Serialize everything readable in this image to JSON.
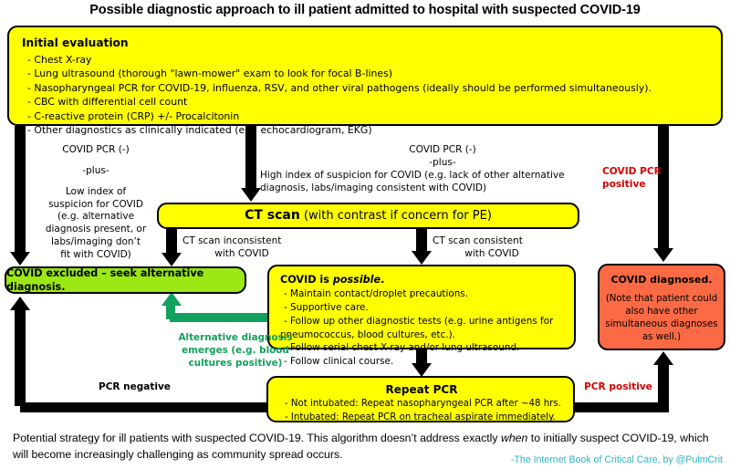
{
  "title": "Possible diagnostic approach to ill patient admitted to hospital with suspected COVID-19",
  "colors": {
    "yellow_box": "#ffff00",
    "green_box": "#9be814",
    "orange_box": "#fb6a45",
    "red_label": "#d40000",
    "green_arrow": "#11a05e",
    "attribution": "#29b6c8",
    "arrow_black": "#000000"
  },
  "boxes": {
    "initial": {
      "heading": "Initial evaluation",
      "items": [
        "- Chest X-ray",
        "- Lung ultrasound (thorough \"lawn-mower\" exam to look for focal B-lines)",
        "- Nasopharyngeal PCR for COVID-19, influenza, RSV, and other viral pathogens (ideally should be performed simultaneously).",
        "- CBC with differential cell count",
        "- C-reactive protein (CRP) +/- Procalcitonin",
        "- Other diagnostics as clinically indicated (e.g. echocardiogram, EKG)"
      ]
    },
    "ct_scan": {
      "bold": "CT scan",
      "rest": " (with contrast if concern for PE)"
    },
    "excluded": {
      "label": "COVID excluded – seek alternative diagnosis."
    },
    "possible": {
      "heading_pre": "COVID is ",
      "heading_italic": "possible",
      "heading_post": ".",
      "items": [
        "- Maintain contact/droplet precautions.",
        "- Supportive care.",
        "- Follow up other diagnostic tests (e.g. urine antigens for",
        "pneumococcus, blood cultures, etc.).",
        "- Follow serial chest X-ray and/or lung ultrasound.",
        "- Follow clinical course."
      ]
    },
    "diagnosed": {
      "heading": "COVID diagnosed.",
      "note": "(Note that patient could also have other simultaneous diagnoses as well.)"
    },
    "repeat_pcr": {
      "heading": "Repeat PCR",
      "items": [
        "- Not intubated: Repeat nasopharyngeal PCR after ~48 hrs.",
        "- Intubated: Repeat PCR on tracheal aspirate immediately."
      ]
    }
  },
  "labels": {
    "left_branch_l1": "COVID PCR (-)",
    "left_branch_l2": "-plus-",
    "left_branch_l3": "Low index of",
    "left_branch_l4": "suspicion for COVID",
    "left_branch_l5": "(e.g. alternative",
    "left_branch_l6": "diagnosis present, or",
    "left_branch_l7": "labs/imaging don’t",
    "left_branch_l8": "fit with COVID)",
    "mid_branch_l1": "COVID PCR (-)",
    "mid_branch_l2": "-plus-",
    "mid_branch_l3": "High index of suspicion for COVID (e.g. lack of other alternative",
    "mid_branch_l4": "diagnosis, labs/imaging consistent with COVID)",
    "pcr_positive_top_l1": "COVID PCR",
    "pcr_positive_top_l2": "positive",
    "ct_inconsistent_l1": "CT scan inconsistent",
    "ct_inconsistent_l2": "with COVID",
    "ct_consistent_l1": "CT scan consistent",
    "ct_consistent_l2": "with COVID",
    "alt_diagnosis_l1": "Alternative diagnosis",
    "alt_diagnosis_l2": "emerges (e.g. blood",
    "alt_diagnosis_l3": "cultures positive)",
    "pcr_negative": "PCR negative",
    "pcr_positive": "PCR positive"
  },
  "footer": {
    "text_pre": "Potential strategy for ill patients with suspected COVID-19.  This algorithm doesn’t address exactly ",
    "text_italic": "when",
    "text_post": " to initially suspect COVID-19, which will become increasingly challenging as community spread occurs.",
    "attribution": "-The Internet Book of Critical Care, by @PulmCrit"
  }
}
